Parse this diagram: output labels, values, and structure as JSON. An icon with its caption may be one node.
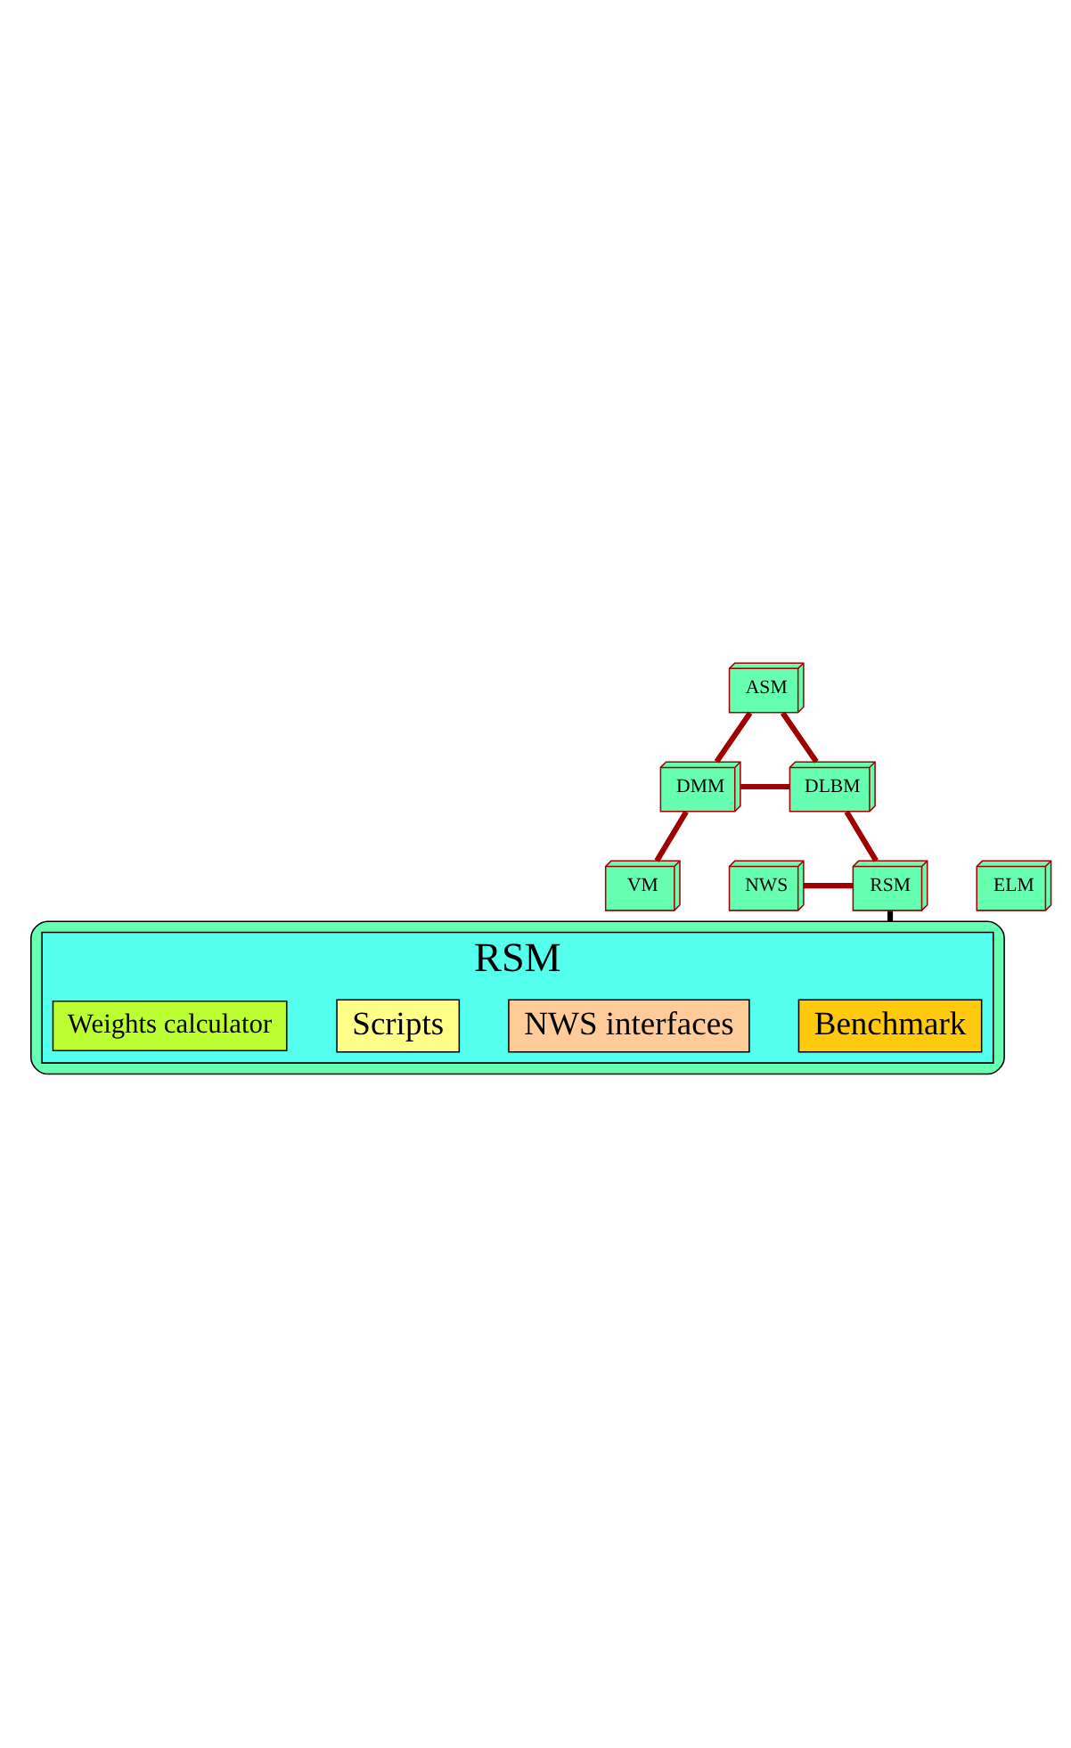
{
  "diagram": {
    "nodes": [
      {
        "text": [
          "ASM"
        ]
      },
      {
        "text": [
          "DMM"
        ]
      },
      {
        "text": [
          "DLBM"
        ]
      },
      {
        "text": [
          "VM"
        ]
      },
      {
        "text": [
          "ELM"
        ]
      },
      {
        "text": [
          "NWS"
        ]
      },
      {
        "text": [
          "RSM"
        ]
      },
      {
        "text": [],
        "shape": "callout"
      },
      {
        "text": [
          "RSM"
        ],
        "in": 7
      },
      {
        "text": [
          "Benchmark"
        ],
        "in": 8
      },
      {
        "text": [
          "NWS interfaces"
        ],
        "in": 8
      },
      {
        "text": [
          "Scripts"
        ],
        "in": 8
      },
      {
        "text": [
          "Weights calculator"
        ],
        "in": 8
      }
    ],
    "edges": [
      {
        "from": 0,
        "to": 1,
        "arrow": "none"
      },
      {
        "from": 0,
        "to": 2,
        "arrow": "none"
      },
      {
        "from": 1,
        "to": 2,
        "arrow": "none"
      },
      {
        "from": 1,
        "to": 3,
        "arrow": "none"
      },
      {
        "from": 2,
        "to": 6,
        "arrow": "none"
      },
      {
        "from": 5,
        "to": 6,
        "arrow": "none"
      },
      {
        "from": 7,
        "to": 6,
        "arrow": "none",
        "color": "#000000"
      }
    ]
  }
}
